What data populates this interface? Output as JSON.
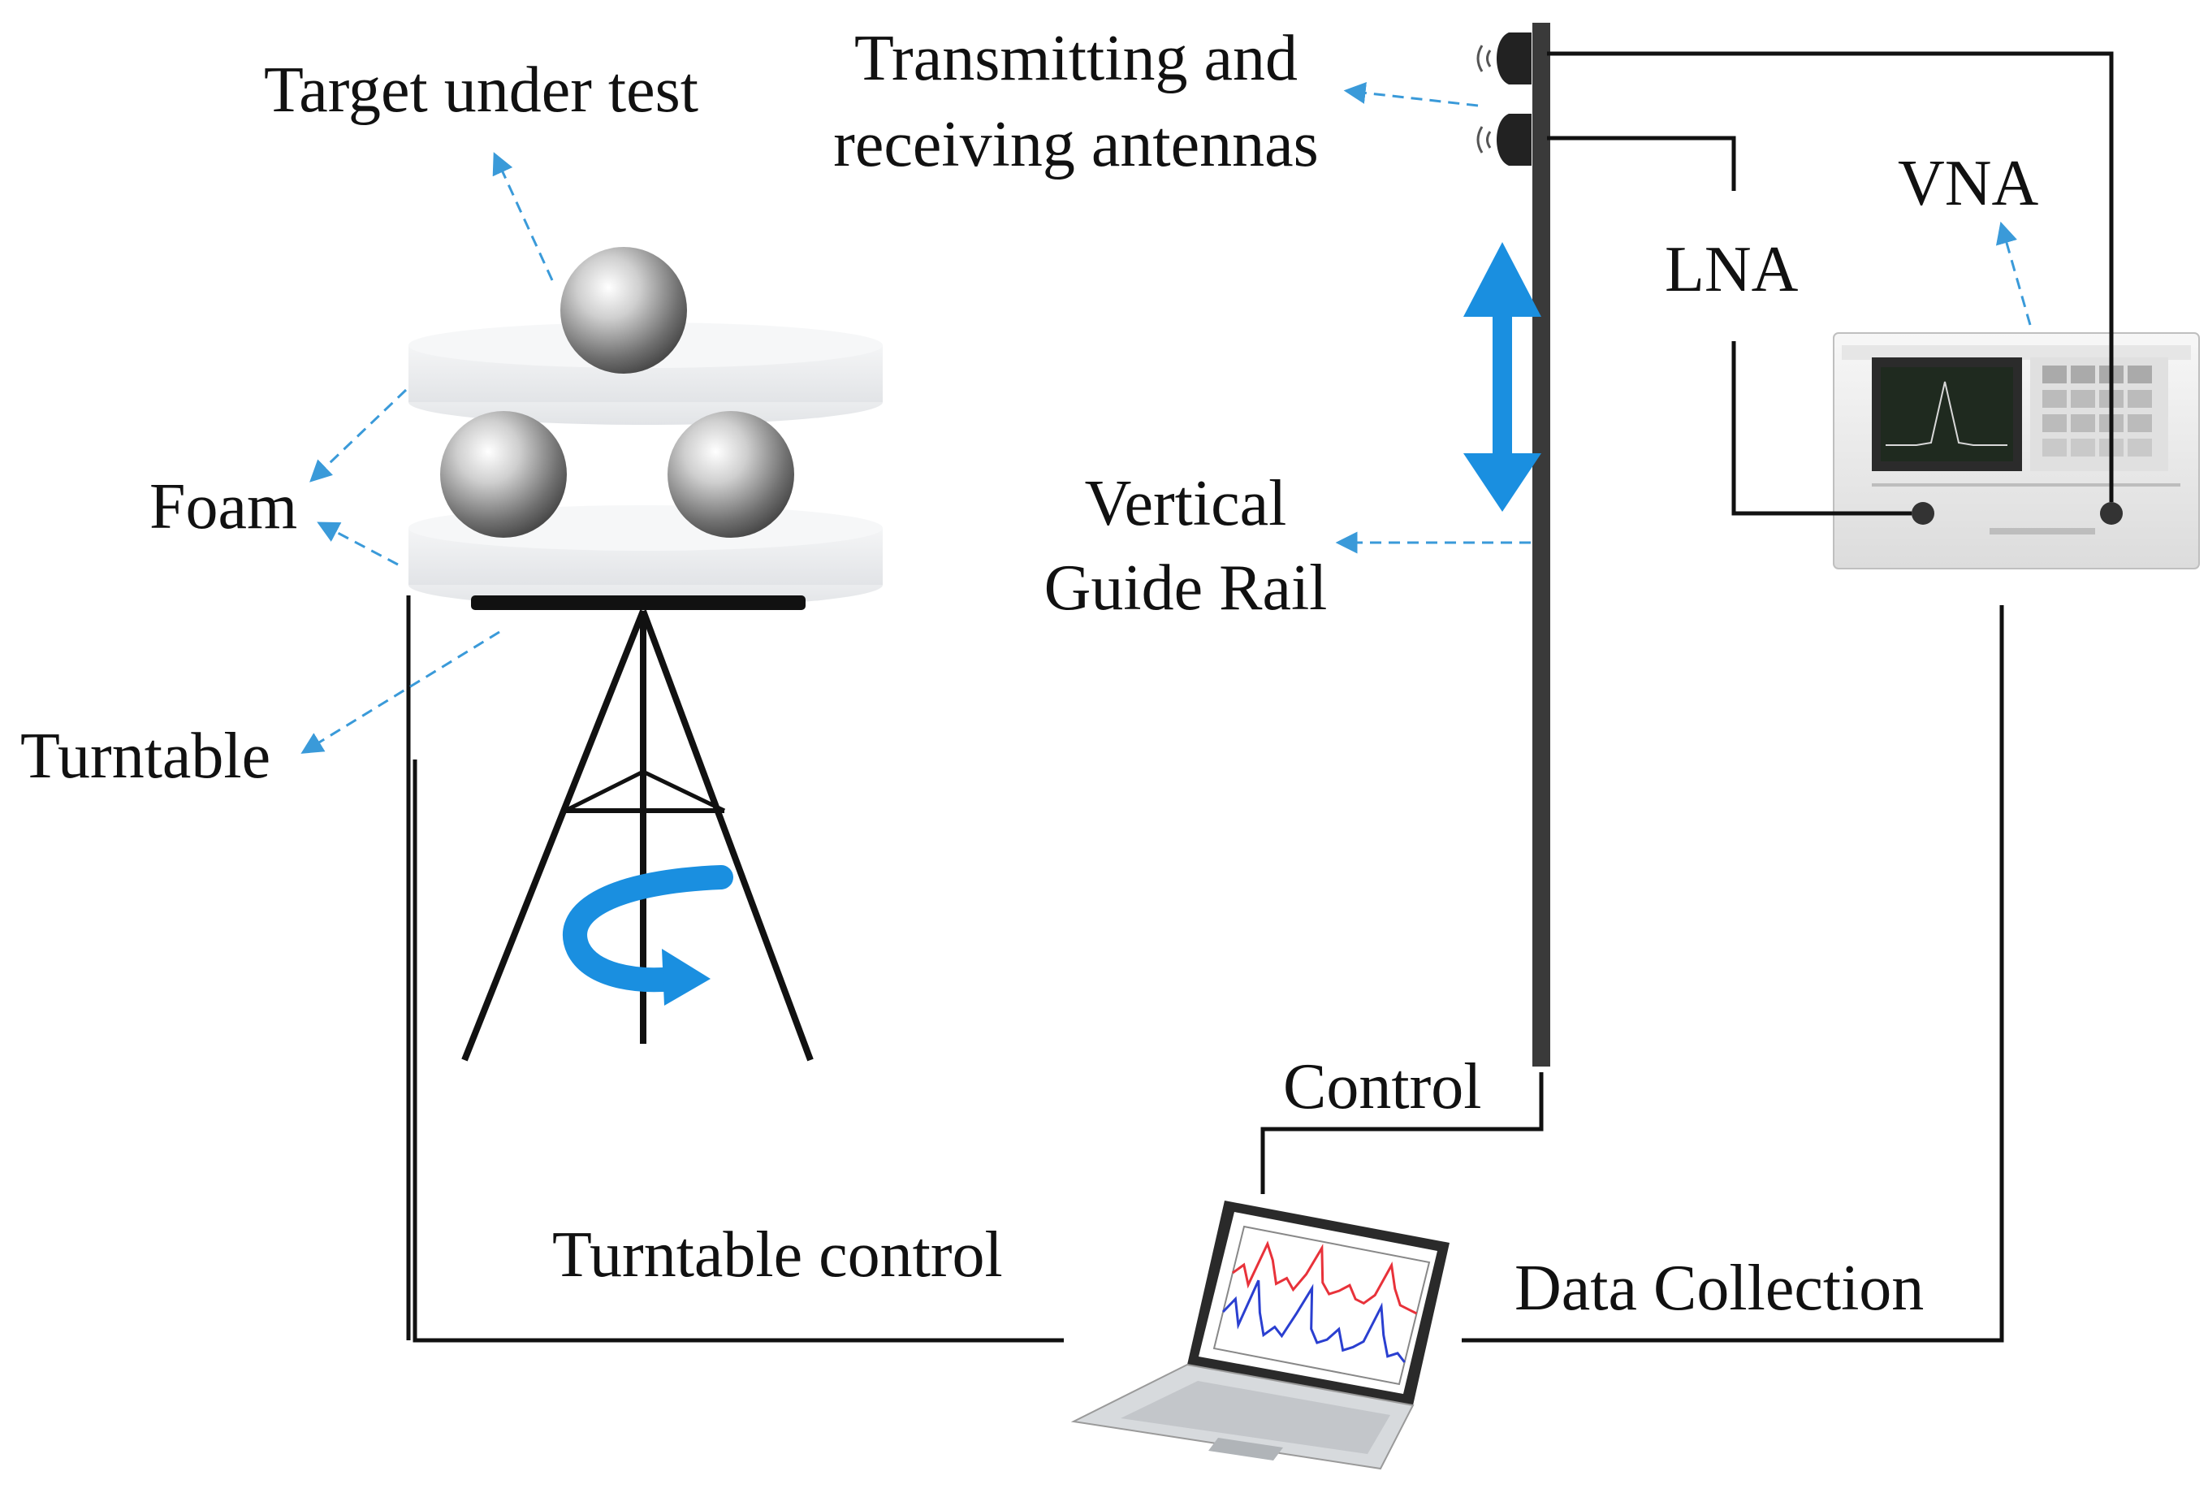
{
  "labels": {
    "target": "Target under test",
    "antennas_line1": "Transmitting and",
    "antennas_line2": "receiving antennas",
    "vna": "VNA",
    "lna": "LNA",
    "foam": "Foam",
    "rail_line1": "Vertical",
    "rail_line2": "Guide Rail",
    "turntable": "Turntable",
    "control": "Control",
    "turntable_control": "Turntable control",
    "data_collection": "Data Collection"
  },
  "colors": {
    "line": "#111111",
    "arrow": "#1a8fe0",
    "leader": "#3a9ad9",
    "foam": "#eef0f2",
    "rail": "#3a3a3a",
    "plot_red": "#e8323a",
    "plot_blue": "#2a3fd0"
  },
  "chart_data": {
    "type": "line",
    "series": [
      {
        "values": [
          0.62,
          0.7,
          0.55,
          0.9,
          0.78,
          0.6,
          0.66,
          0.58,
          0.72,
          0.95,
          0.68,
          0.6,
          0.64,
          0.7,
          0.6,
          0.58,
          0.66,
          0.92,
          0.74,
          0.62,
          0.6,
          0.58
        ]
      },
      {
        "values": [
          0.3,
          0.42,
          0.22,
          0.6,
          0.35,
          0.18,
          0.26,
          0.2,
          0.4,
          0.62,
          0.3,
          0.2,
          0.24,
          0.34,
          0.18,
          0.22,
          0.28,
          0.58,
          0.36,
          0.2,
          0.24,
          0.18
        ]
      }
    ]
  }
}
